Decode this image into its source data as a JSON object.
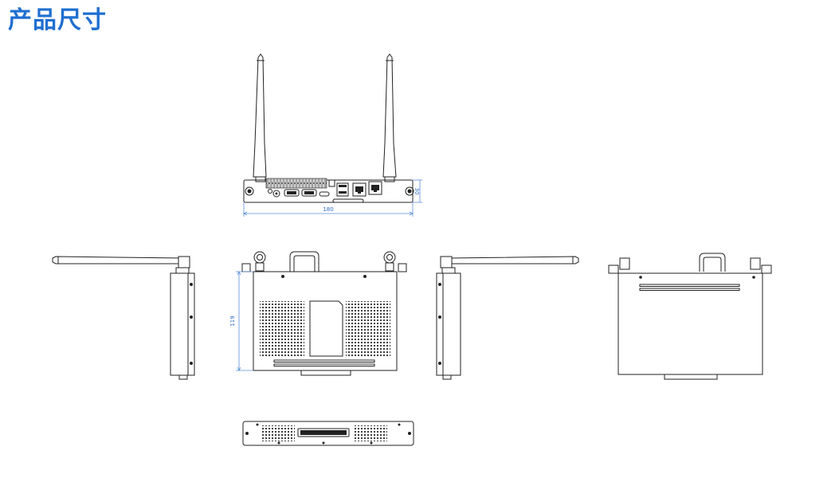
{
  "title": "产品尺寸",
  "colors": {
    "title": "#1f6fd0",
    "dimension": "#5b8fd6",
    "line": "#222222"
  },
  "dimensions": {
    "width": "180",
    "height": "30",
    "depth": "119"
  }
}
